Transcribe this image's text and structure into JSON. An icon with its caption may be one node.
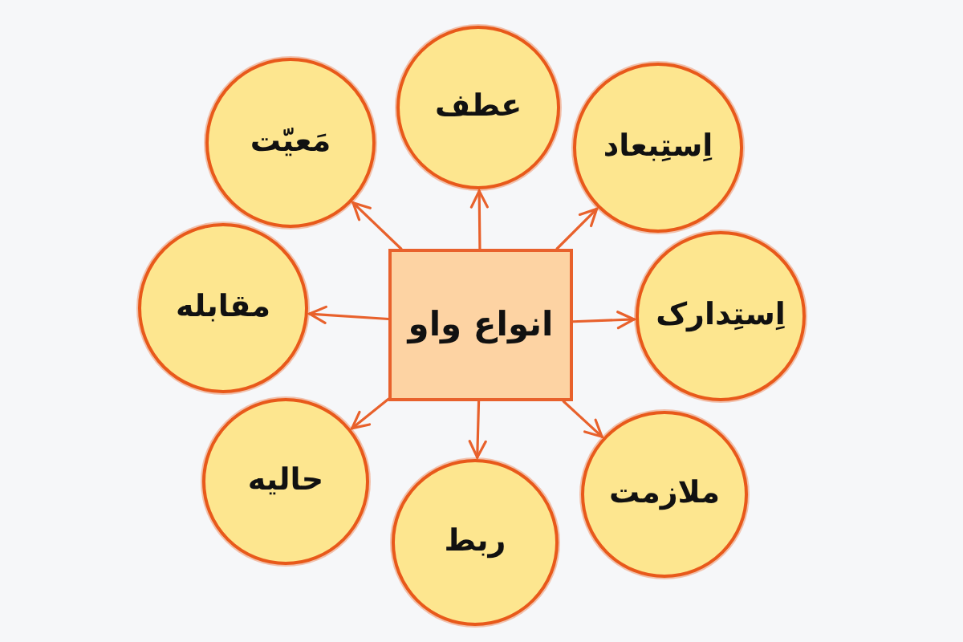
{
  "diagram": {
    "nodes": [
      {
        "text": [
          "انواع واو"
        ]
      },
      {
        "text": [
          "عطف"
        ]
      },
      {
        "text": [
          "اِستِبعاد"
        ]
      },
      {
        "text": [
          "اِستِدارک"
        ]
      },
      {
        "text": [
          "ملازمت"
        ]
      },
      {
        "text": [
          "ربط"
        ]
      },
      {
        "text": [
          "حالیه"
        ]
      },
      {
        "text": [
          "مقابله"
        ]
      },
      {
        "text": [
          "مَعیّت"
        ]
      }
    ],
    "edges": [
      {
        "from": 0,
        "to": 1,
        "arrow": "to"
      },
      {
        "from": 0,
        "to": 2,
        "arrow": "to"
      },
      {
        "from": 0,
        "to": 3,
        "arrow": "to"
      },
      {
        "from": 0,
        "to": 4,
        "arrow": "to"
      },
      {
        "from": 0,
        "to": 5,
        "arrow": "to"
      },
      {
        "from": 0,
        "to": 6,
        "arrow": "to"
      },
      {
        "from": 0,
        "to": 7,
        "arrow": "to"
      },
      {
        "from": 0,
        "to": 8,
        "arrow": "to"
      }
    ]
  }
}
